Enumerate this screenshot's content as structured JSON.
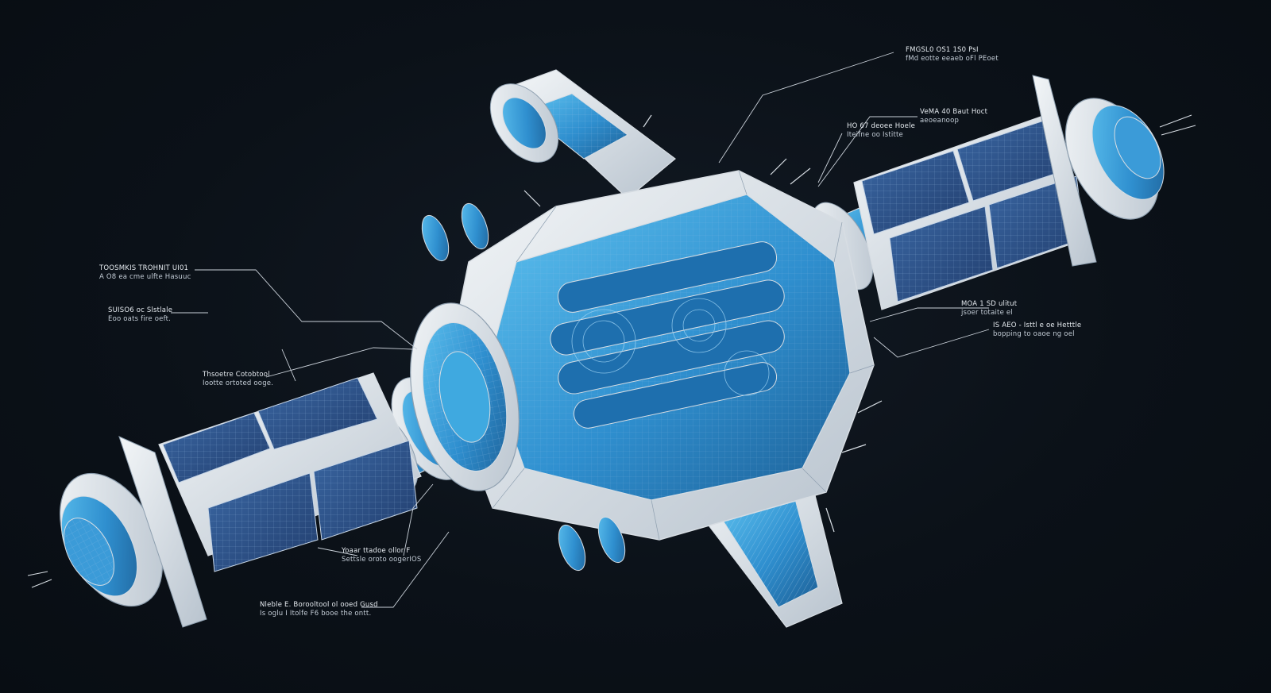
{
  "palette": {
    "background": "#0b1118",
    "hull_white": "#e9edf1",
    "hull_shadow": "#b7c1cb",
    "accent_blue": "#3fa9e0",
    "deep_blue": "#1d5f95",
    "panel_blue": "#2a4f86",
    "line": "#d7dde3"
  },
  "callouts": [
    {
      "id": "top-right-1",
      "line1": "FMGSL0 OS1 1S0 PsI",
      "line2": "fMd eotte eeaeb oFl PEoet"
    },
    {
      "id": "upper-right-2",
      "line1": "VeMA 40 Baut Hoct",
      "line2": "aeoeanoop"
    },
    {
      "id": "upper-mid-3",
      "line1": "HO 67 deoee Hoele",
      "line2": "Iteifne oo Istitte"
    },
    {
      "id": "left-1",
      "line1": "TOOSMKIS TROHNIT UI01",
      "line2": "A O8 ea cme ulfte Hasuuc"
    },
    {
      "id": "left-2",
      "line1": "SUISO6 oc Slstlale",
      "line2": "Eoo oats fire oeft."
    },
    {
      "id": "left-3",
      "line1": "Thsoetre Cotobtool",
      "line2": "Iootte ortoted ooge."
    },
    {
      "id": "right-1",
      "line1": "MOA 1 SD ulitut",
      "line2": "jsoer totaite el"
    },
    {
      "id": "right-2",
      "line1": "IS AEO - Isttl e oe Hetttle",
      "line2": "bopping to oaoe ng oel"
    },
    {
      "id": "bottom-1",
      "line1": "Yoaar ttadoe ollor F",
      "line2": "Settsle oroto oogerIOS"
    },
    {
      "id": "bottom-2",
      "line1": "Nleble E. Borooltool ol ooed Gusd",
      "line2": "Is oglu I Itolfe F6 booe the ontt."
    }
  ]
}
